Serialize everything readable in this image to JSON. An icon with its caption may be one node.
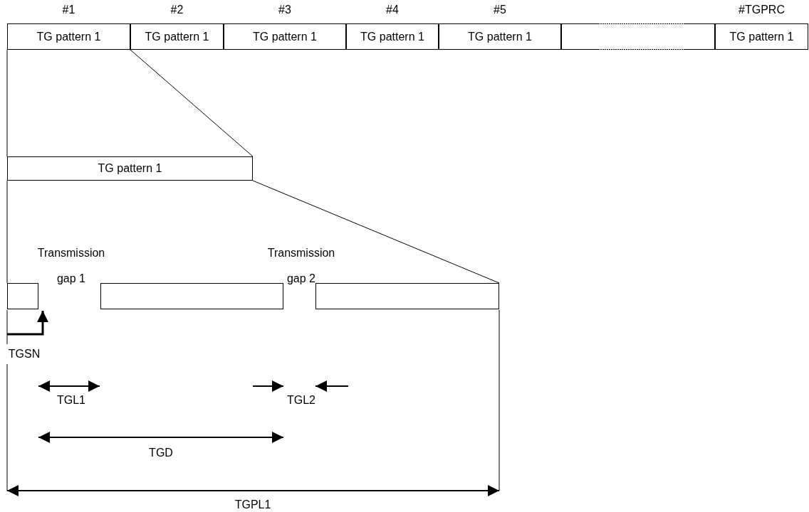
{
  "diagram": {
    "nodes": [
      {
        "text": [
          "#1",
          "TG pattern 1"
        ]
      },
      {
        "text": [
          "#2",
          "TG pattern 1"
        ]
      },
      {
        "text": [
          "#3",
          "TG pattern 1"
        ]
      },
      {
        "text": [
          "#4",
          "TG pattern 1"
        ]
      },
      {
        "text": [
          "#5",
          "TG pattern 1"
        ]
      },
      {
        "text": [],
        "shape": "box"
      },
      {
        "text": [
          "#TGPRC",
          "TG pattern 1"
        ]
      },
      {
        "text": [
          "TG pattern 1"
        ]
      },
      {
        "text": [],
        "shape": "box"
      },
      {
        "text": [],
        "shape": "box"
      },
      {
        "text": [],
        "shape": "box"
      }
    ],
    "edges": [
      {
        "from": 0,
        "to": 7,
        "arrow": "none"
      },
      {
        "from": 0,
        "to": 7,
        "arrow": "none"
      },
      {
        "from": 7,
        "to": 8,
        "arrow": "none"
      },
      {
        "from": 7,
        "to": 10,
        "arrow": "none"
      }
    ],
    "labels": [
      "Transmission gap 1",
      "Transmission gap 2",
      "TGSN",
      "TGL1",
      "TGL2",
      "TGD",
      "TGPL1"
    ]
  }
}
